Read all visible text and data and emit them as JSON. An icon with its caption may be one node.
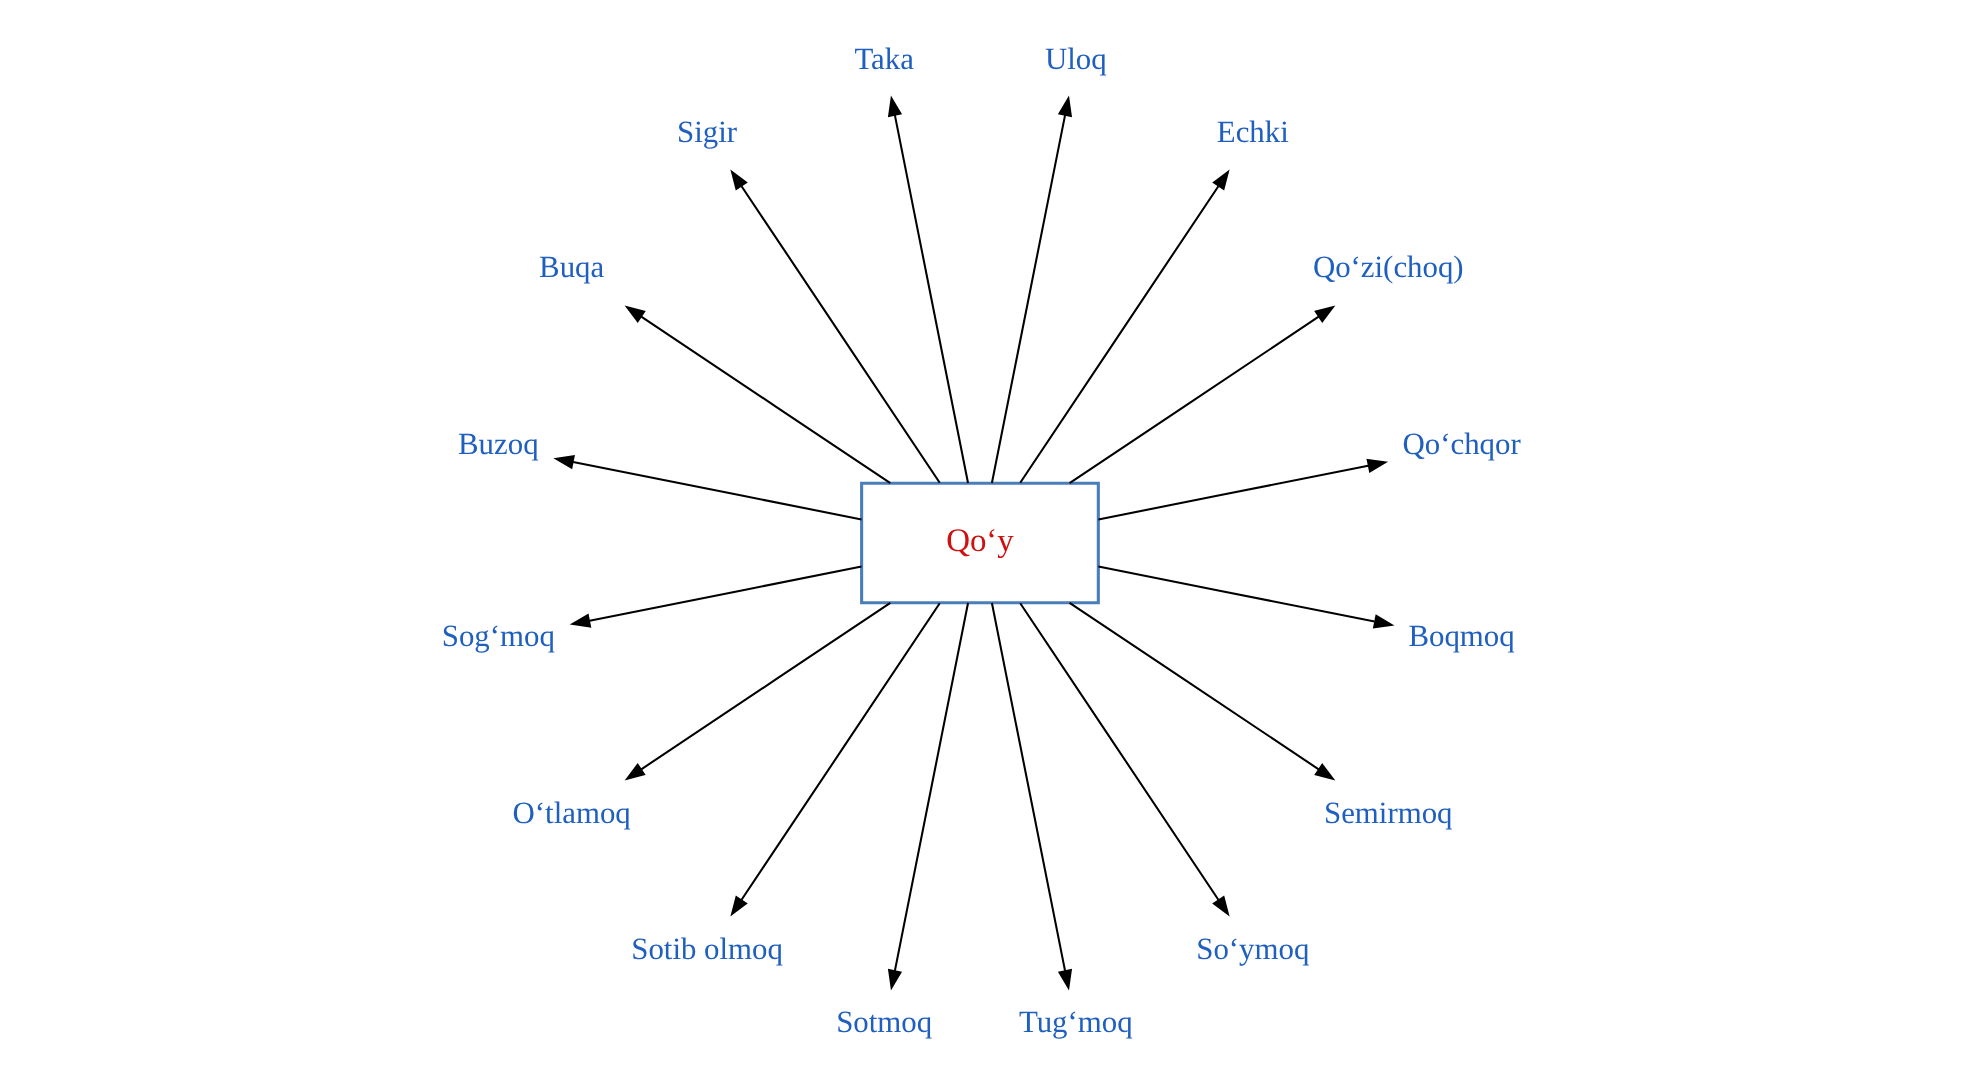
{
  "diagram": {
    "nodes": [
      {
        "text": [
          "Qo‘y"
        ]
      },
      {
        "text": [
          "Qo‘chqor"
        ]
      },
      {
        "text": [
          "Qo‘zi(choq)"
        ]
      },
      {
        "text": [
          "Echki"
        ]
      },
      {
        "text": [
          "Uloq"
        ]
      },
      {
        "text": [
          "Taka"
        ]
      },
      {
        "text": [
          "Sigir"
        ]
      },
      {
        "text": [
          "Buqa"
        ]
      },
      {
        "text": [
          "Buzoq"
        ]
      },
      {
        "text": [
          "Boqmoq"
        ]
      },
      {
        "text": [
          "Semirmoq"
        ]
      },
      {
        "text": [
          "So‘ymoq"
        ]
      },
      {
        "text": [
          "Tug‘moq"
        ]
      },
      {
        "text": [
          "Sotmoq"
        ]
      },
      {
        "text": [
          "Sotib olmoq"
        ]
      },
      {
        "text": [
          "O‘tlamoq"
        ]
      },
      {
        "text": [
          "Sog‘moq"
        ]
      }
    ],
    "edges": [
      {
        "from": 0,
        "to": 1,
        "arrow": "to"
      },
      {
        "from": 0,
        "to": 2,
        "arrow": "to"
      },
      {
        "from": 0,
        "to": 3,
        "arrow": "to"
      },
      {
        "from": 0,
        "to": 4,
        "arrow": "to"
      },
      {
        "from": 0,
        "to": 5,
        "arrow": "to"
      },
      {
        "from": 0,
        "to": 6,
        "arrow": "to"
      },
      {
        "from": 0,
        "to": 7,
        "arrow": "to"
      },
      {
        "from": 0,
        "to": 8,
        "arrow": "to"
      },
      {
        "from": 0,
        "to": 9,
        "arrow": "to"
      },
      {
        "from": 0,
        "to": 10,
        "arrow": "to"
      },
      {
        "from": 0,
        "to": 11,
        "arrow": "to"
      },
      {
        "from": 0,
        "to": 12,
        "arrow": "to"
      },
      {
        "from": 0,
        "to": 13,
        "arrow": "to"
      },
      {
        "from": 0,
        "to": 14,
        "arrow": "to"
      },
      {
        "from": 0,
        "to": 15,
        "arrow": "to"
      },
      {
        "from": 0,
        "to": 16,
        "arrow": "to"
      }
    ]
  }
}
